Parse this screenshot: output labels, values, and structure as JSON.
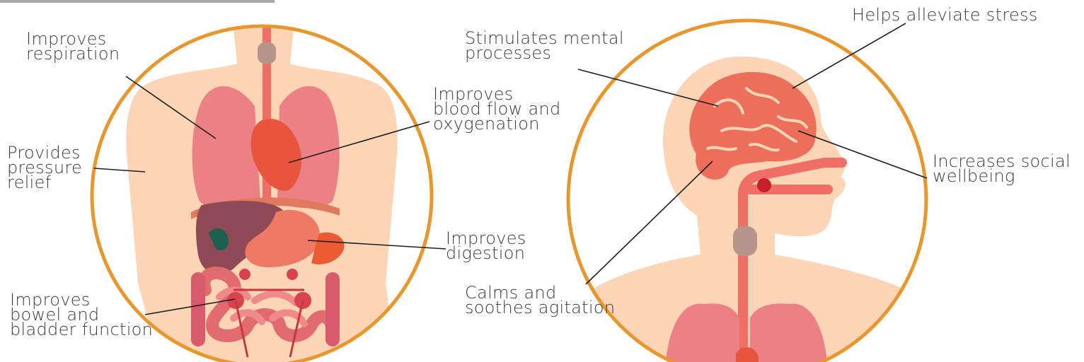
{
  "colors": {
    "ring": "#e8962e",
    "skin": "#fbd5b5",
    "lung": "#ed7d7f",
    "heart": "#e8553e",
    "organ": "#ec6f5c",
    "liver": "#8f4a55",
    "leader": "#1e1e1e",
    "text": "#3c3c3c"
  },
  "body_labels": {
    "respiration": "Improves\nrespiration",
    "blood_flow": "Improves\nblood flow and\noxygenation",
    "pressure": "Provides\npressure\nrelief",
    "digestion": "Improves\ndigestion",
    "bowel": "Improves\nbowel and\nbladder function"
  },
  "head_labels": {
    "mental": "Stimulates mental\nprocesses",
    "stress": "Helps alleviate stress",
    "social": "Increases social\nwellbeing",
    "calms": "Calms and\nsoothes agitation"
  }
}
